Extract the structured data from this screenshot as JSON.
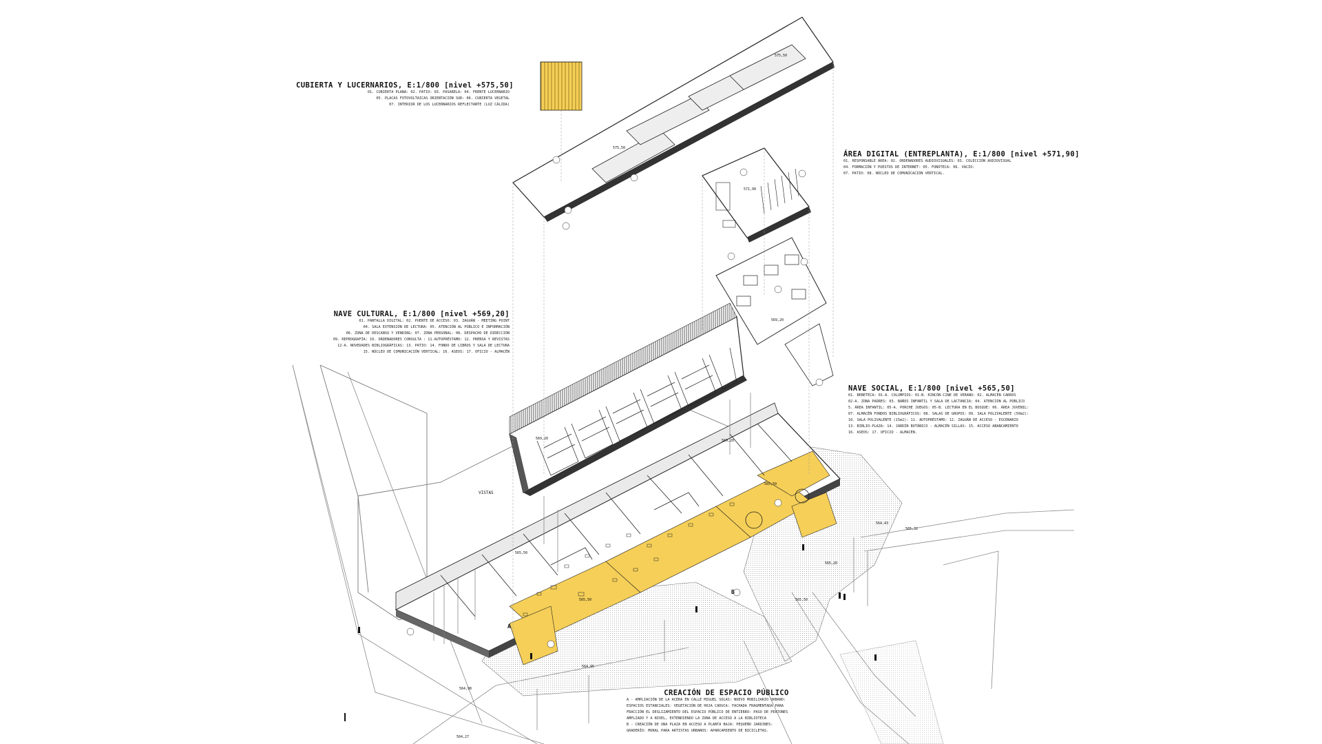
{
  "colors": {
    "accent": "#f5cf57",
    "line": "#1a1a1a",
    "hatch": "#cfcfcf"
  },
  "roof": {
    "title": "CUBIERTA Y LUCERNARIOS, E:1/800 [nivel +575,50]",
    "lines": [
      "01. CUBIERTA PLANA: 02. PATIO: 03. PASARELA: 04. FRENTE LUCERNARIO",
      "05. PLACAS FOTOVOLTAICAS ORIENTACIÓN SUR: 06. CUBIERTA VEGETAL",
      "07. INTERIOR DE LOS LUCERNARIOS REFLECTANTE (LUZ CÁLIDA)"
    ]
  },
  "digital": {
    "title": "ÁREA DIGITAL (ENTREPLANTA), E:1/800 [nivel +571,90]",
    "lines": [
      "01. RESPONSABLE ÁREA: 02. ORDENADORES AUDIOVISUALES: 03. COLECCIÓN AUDIOVISUAL",
      "04. FORMACIÓN Y PUESTOS DE INTERNET: 05. FONOTECA: 06. VACÍO:",
      "07. PATIO: 08. NÚCLEO DE COMUNICACIÓN VERTICAL."
    ]
  },
  "cultural": {
    "title": "NAVE CULTURAL, E:1/800 [nivel +569,20]",
    "lines": [
      "01. PANTALLA DIGITAL: 02. PUENTE DE ACCESO: 03. ZAGUÁN - MEETING POINT",
      "04. SALA EXTENSIÓN DE LECTURA: 05. ATENCIÓN AL PÚBLICO E INFORMACIÓN",
      "06. ZONA DE DESCANSO Y VENDING: 07. ZONA PERSONAL: 08. DESPACHO DE DIRECCIÓN",
      "09. REPROGRAFÍA: 10. ORDENADORES CONSULTA : 11.AUTOPRÉSTAMO: 12. PRENSA Y REVISTAS",
      "12-A. NOVEDADES BIBLIOGRÁFICAS: 13. PATIO: 14. FONDO DE LIBROS Y SALA DE LECTURA",
      "15. NÚCLEO DE COMUNICACIÓN VERTICAL: 16. ASEOS: 17. OFICIO - ALMACÉN"
    ]
  },
  "social": {
    "title": "NAVE SOCIAL, E:1/800 [nivel +565,50]",
    "lines": [
      "01. BEBETECA: 01-A. COLUMPIOS: 01-B. RINCÓN-CINE DE VERANO: 02. ALMACÉN CARROS",
      "02-A. ZONA PADRES: 03. BAÑOS INFANTIL Y SALA DE LACTANCIA: 04. ATENCIÓN AL PÚBLICO",
      "5. ÁREA INFANTIL: 05-A. PORCHE JUEGOS: 05-B. LECTURA EN EL BOSQUE: 06. ÁREA JUVENIL:",
      "07. ALMACÉN FONDOS BIBLIOGRÁFICOS: 08. SALAS DE GRUPOS: 09. SALA POLIVALENTE (50m2):",
      "10. SALA POLIVALENTE (15m2): 11. AUTOPRÉSTAMO: 12. ZAGUÁN DE ACCESO - ESCENARIO",
      "13. BIBLIO-PLAZA: 14. JARDÍN BOTÁNICO - ALMACÉN SILLAS: 15. ACCESO ABANCAMIENTO",
      "16. ASEOS: 17. OFICIO - ALMACÉN."
    ]
  },
  "public_space": {
    "title": "CREACIÓN DE ESPACIO PÚBLICO",
    "lines": [
      "A - AMPLIACIÓN DE LA ACERA EN CALLE MIGUEL SOLAS: NUEVO MOBILIARIO URBANO:",
      "ESPACIOS ESTANCIALES: VEGETACIÓN DE HOJA CADUCA: FACHADA FRAGMENTADA PARA",
      "FRACCIÓN EL DESLIZAMIENTO DEL ESPACIO PÚBLICO DE ENTIERRO: PASO DE PEATONES",
      "AMPLIADO Y A NIVEL, EXTENDIENDO LA ZONA DE ACCESO A LA BIBLIOTECA",
      "B - CREACIÓN DE UNA PLAZA EN ACCESO A PLANTA BAJA: PEQUEÑO JARDINES:",
      "GRADERÍO: MURAL PARA ARTISTAS URBANOS: APARCAMIENTO DE BICICLETAS."
    ]
  },
  "labels": {
    "vistas": "VISTAS",
    "zone_a": "A",
    "zone_b": "B",
    "levels": [
      "575,50",
      "575,50",
      "571,90",
      "569,20",
      "569,20",
      "569,20",
      "565,50",
      "565,50",
      "565,50",
      "564,43",
      "565,32",
      "565,20",
      "564,95",
      "565,50",
      "564,27",
      "564,98"
    ]
  }
}
